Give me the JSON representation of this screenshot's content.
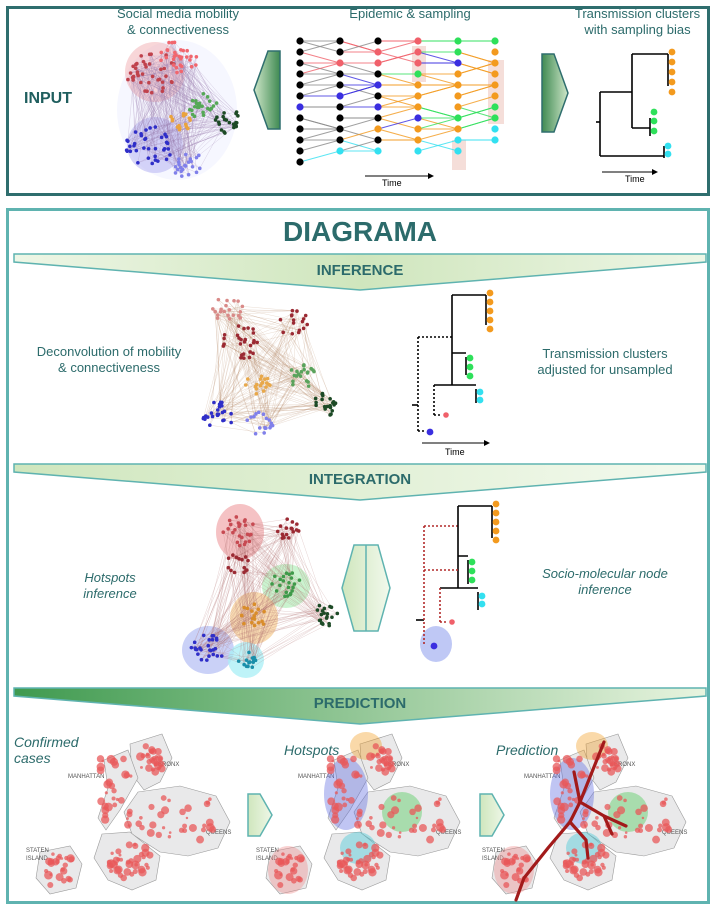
{
  "input": {
    "label": "INPUT",
    "mobility_title_line1": "Social media mobility",
    "mobility_title_line2": "& connectiveness",
    "epidemic_title": "Epidemic & sampling",
    "clusters_title_line1": "Transmission clusters",
    "clusters_title_line2": "with sampling bias",
    "time_label_1": "Time",
    "time_label_2": "Time"
  },
  "diagrama": {
    "title": "DIAGRAMA",
    "inference": {
      "banner": "INFERENCE",
      "deconv_line1": "Deconvolution of mobility",
      "deconv_line2": "& connectiveness",
      "adjusted_line1": "Transmission clusters",
      "adjusted_line2": "adjusted for unsampled",
      "time_label": "Time"
    },
    "integration": {
      "banner": "INTEGRATION",
      "hotspots_line1": "Hotspots",
      "hotspots_line2": "inference",
      "socio_line1": "Socio-molecular node",
      "socio_line2": "inference"
    },
    "prediction": {
      "banner": "PREDICTION",
      "confirmed_line1": "Confirmed",
      "confirmed_line2": "cases",
      "hotspots": "Hotspots",
      "prediction": "Prediction",
      "map_labels": {
        "manhattan": "MANHATTAN",
        "bronx": "BRONX",
        "queens": "QUEENS",
        "staten_line1": "STATEN",
        "staten_line2": "ISLAND"
      }
    }
  },
  "colors": {
    "teal_dark": "#1f5e5e",
    "teal_border": "#5fb3b0",
    "orange": "#f39a1e",
    "green": "#2ee05a",
    "cyan": "#33e0f0",
    "red_pink": "#f0606a",
    "blue": "#3a2ee0",
    "hotspot_red": "#e8585a"
  }
}
